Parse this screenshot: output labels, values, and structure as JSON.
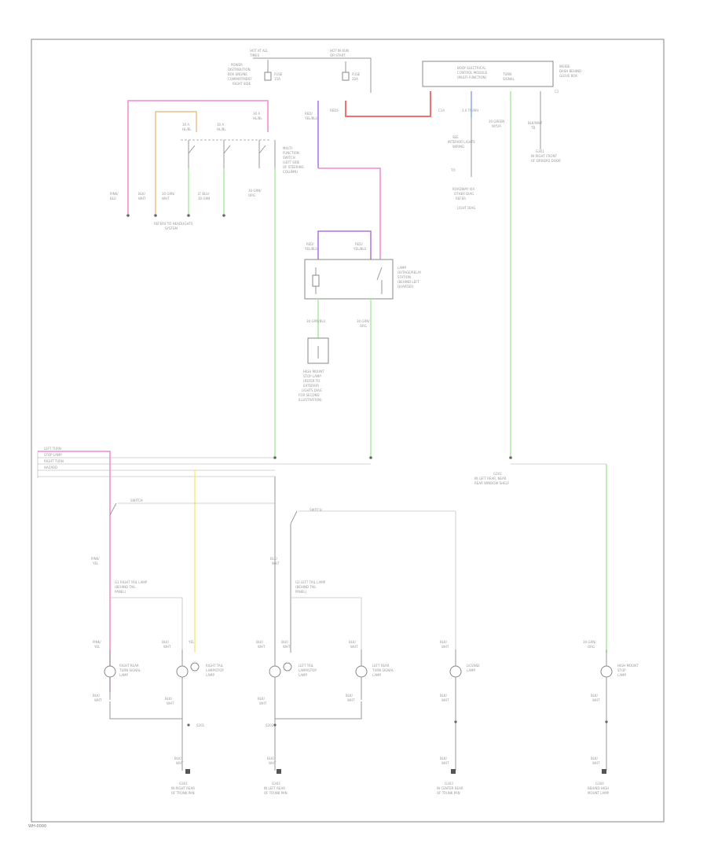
{
  "colors": {
    "pink": "#f08ad0",
    "red": "#f07070",
    "violet": "#b070e0",
    "green": "#a8eca0",
    "blue": "#8ea8f0",
    "yellow": "#f4f07a",
    "orange": "#e8b070",
    "wire_gray": "#9a9a9a"
  },
  "legend": {
    "items": [
      "LEFT TURN",
      "STOP LAMP",
      "RIGHT TURN",
      "HAZARD"
    ]
  },
  "footer_code": "WH-0000"
}
